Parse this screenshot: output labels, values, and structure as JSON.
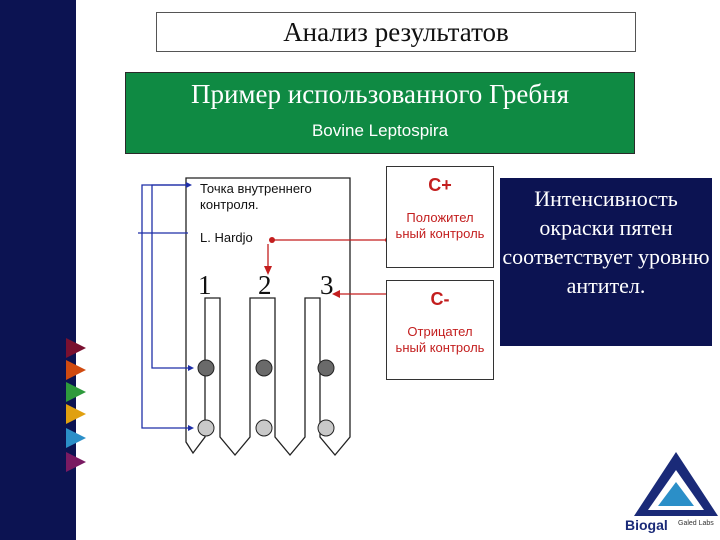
{
  "slide": {
    "title": "Анализ результатов",
    "subtitle": "Пример использованного Гребня",
    "product": "Bovine Leptospira"
  },
  "strip": {
    "internal_control_label": "Точка внутреннего контроля.",
    "hardjo_label": "L. Hardjo",
    "lanes": [
      "1",
      "2",
      "3"
    ]
  },
  "controls": {
    "positive": {
      "label": "C+",
      "description": "Положител ьный контроль"
    },
    "negative": {
      "label": "C-",
      "description": "Отрицател ьный контроль"
    }
  },
  "note": "Интенсивность окраски пятен соответствует уровню антител.",
  "logo": {
    "name": "Biogal",
    "tagline": "Galed Labs"
  },
  "colors": {
    "sidebar": "#0c1352",
    "header_green": "#0f8a43",
    "control_red": "#c31e1e",
    "connector_blue": "#1f2fa8",
    "nav_arrows": [
      "#7a1030",
      "#d04a10",
      "#2e9a3c",
      "#e0a010",
      "#2b8fc8",
      "#7a1a62"
    ]
  }
}
